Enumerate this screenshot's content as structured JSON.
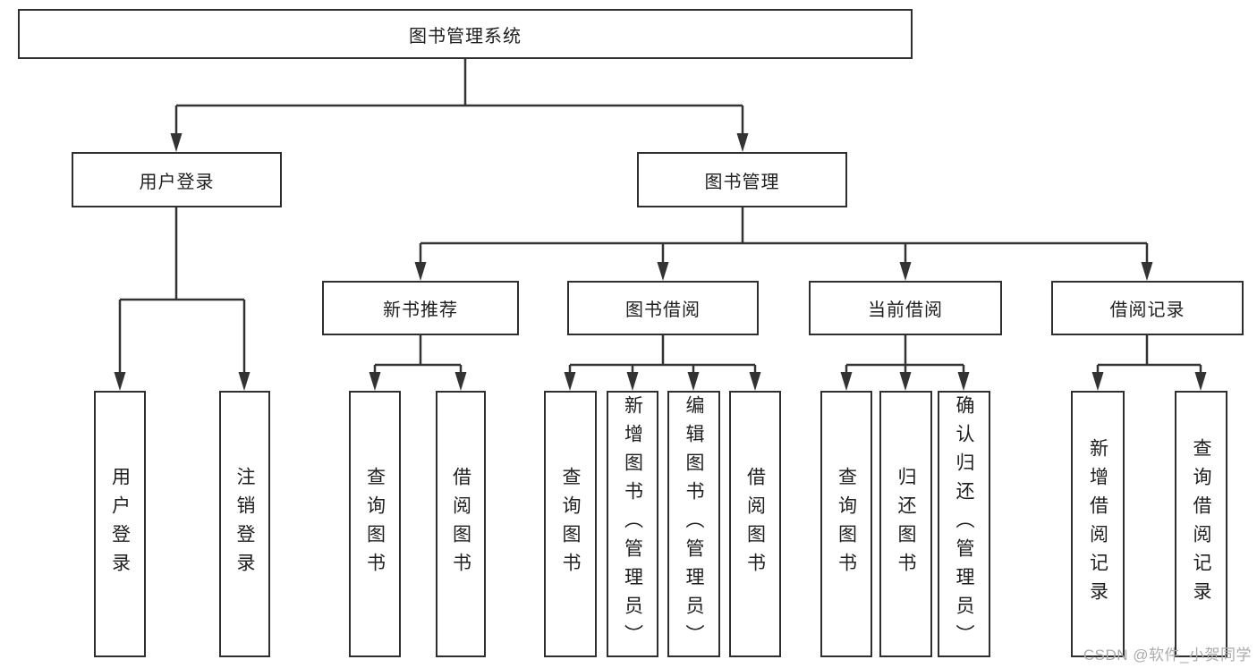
{
  "tree": {
    "root": {
      "label": "图书管理系统"
    },
    "branches": [
      {
        "label": "用户登录",
        "leaves": [
          "用户登录",
          "注销登录"
        ]
      },
      {
        "label": "图书管理",
        "groups": [
          {
            "label": "新书推荐",
            "leaves": [
              "查询图书",
              "借阅图书"
            ]
          },
          {
            "label": "图书借阅",
            "leaves": [
              "查询图书",
              "新增图书（管理员）",
              "编辑图书（管理员）",
              "借阅图书"
            ]
          },
          {
            "label": "当前借阅",
            "leaves": [
              "查询图书",
              "归还图书",
              "确认归还（管理员）"
            ]
          },
          {
            "label": "借阅记录",
            "leaves": [
              "新增借阅记录",
              "查询借阅记录"
            ]
          }
        ]
      }
    ]
  },
  "watermark": "CSDN @软件_小贺同学",
  "colors": {
    "line": "#333333",
    "box_border": "#2f2f2f",
    "text": "#1f1f1f",
    "watermark": "#ababab",
    "background": "#ffffff"
  }
}
